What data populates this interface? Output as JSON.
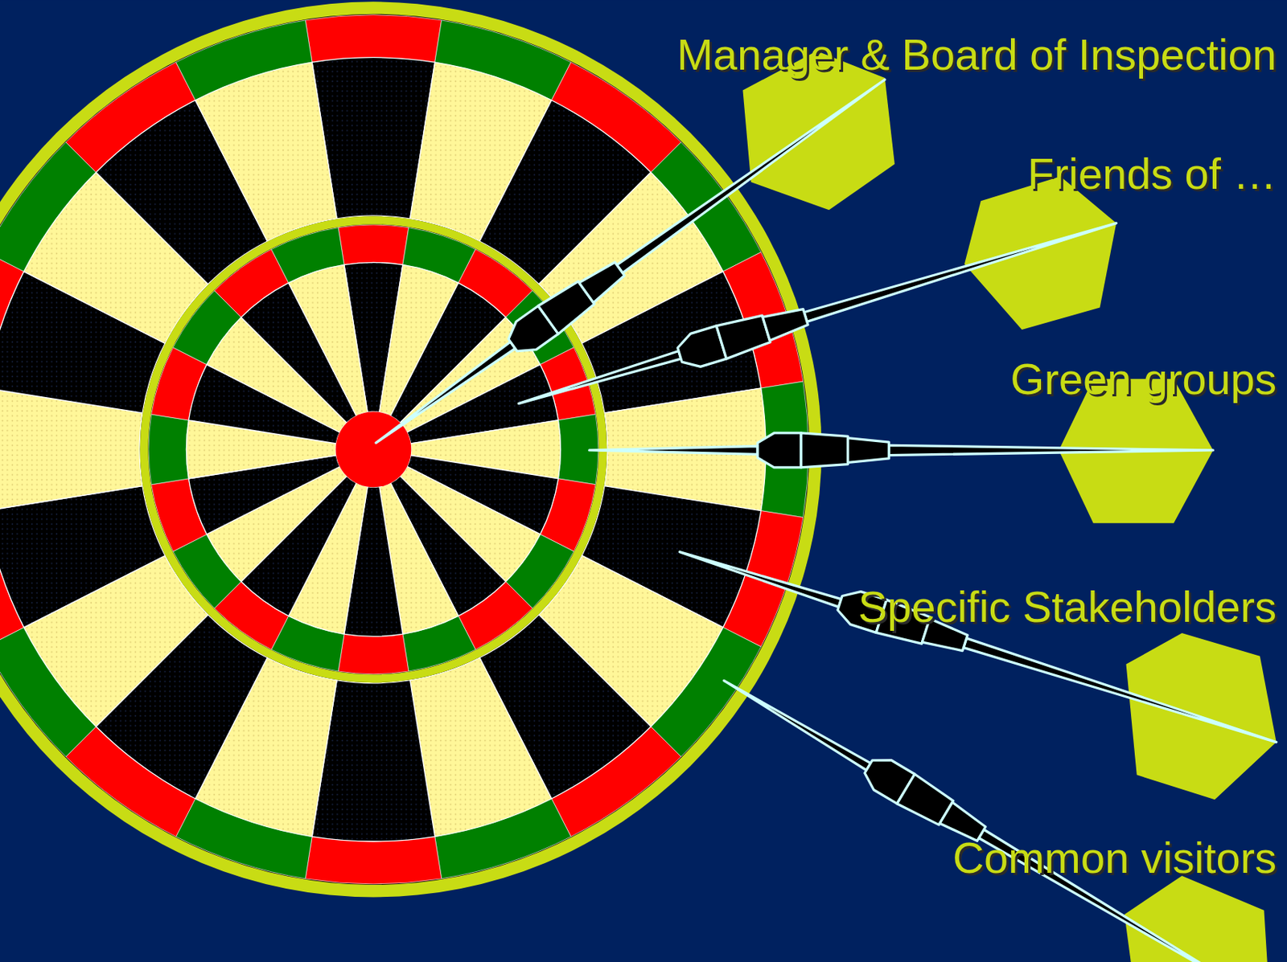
{
  "diagram": {
    "labels": [
      "Manager & Board of Inspection",
      "Friends of …",
      "Green groups",
      "Specific Stakeholders",
      "Common visitors"
    ]
  }
}
